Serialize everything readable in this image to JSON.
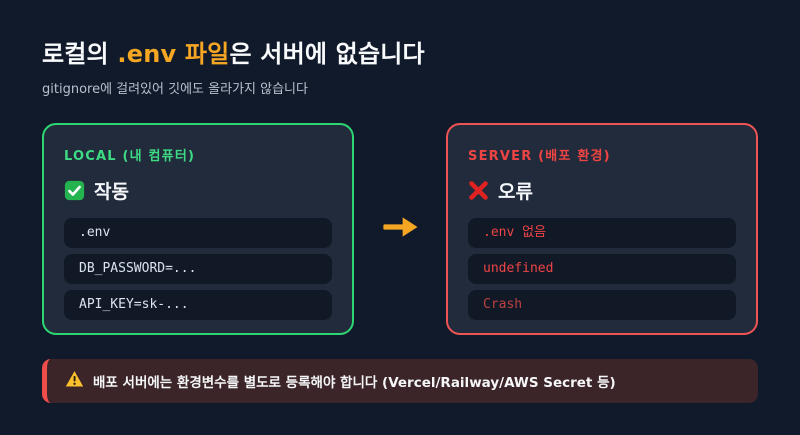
{
  "page": {
    "title_pre": "로컬의 ",
    "title_highlight": ".env 파일",
    "title_post": "은 서버에 없습니다",
    "subtitle": "gitignore에 걸려있어 깃에도 올라가지 않습니다"
  },
  "local_panel": {
    "header": "LOCAL (내 컴퓨터)",
    "status_icon": "check-mark-button-icon",
    "status": "작동",
    "items": [
      ".env",
      "DB_PASSWORD=...",
      "API_KEY=sk-..."
    ]
  },
  "server_panel": {
    "header": "SERVER (배포 환경)",
    "status_icon": "cross-mark-icon",
    "status": "오류",
    "items": [
      ".env 없음",
      "undefined",
      "Crash"
    ]
  },
  "arrow": {
    "icon": "right-arrow-icon"
  },
  "banner": {
    "icon": "warning-triangle-icon",
    "text": "배포 서버에는 환경변수를 별도로 등록해야 합니다 (Vercel/Railway/AWS Secret 등)"
  },
  "colors": {
    "background": "#111a2a",
    "panel_background": "#212b3b",
    "code_box_background": "#111927",
    "accent_orange": "#f5a623",
    "green_border": "#2ed573",
    "green_text": "#3ddc84",
    "red_border": "#ef5454",
    "red_text": "#ef4444",
    "dim_red_text": "#bf4040",
    "banner_background": "#3b2528",
    "banner_border": "#ef4c4c",
    "subtitle_gray": "#b8c0cc",
    "title_white": "#f8fafc"
  }
}
